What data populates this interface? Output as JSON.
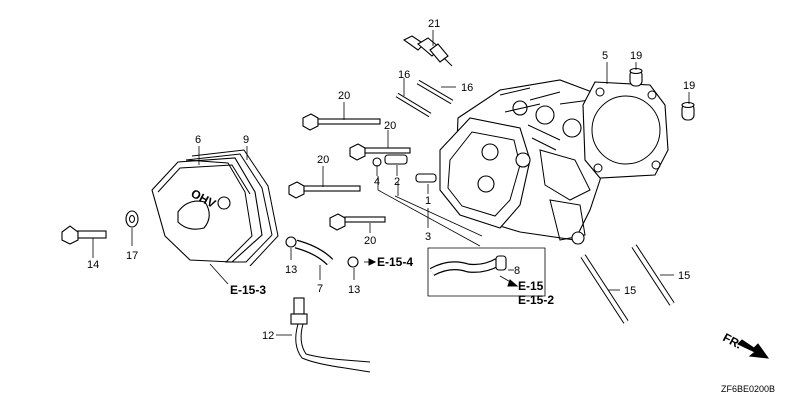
{
  "callouts": {
    "p1": "1",
    "p2": "2",
    "p3": "3",
    "p4": "4",
    "p5": "5",
    "p6": "6",
    "p7": "7",
    "p8": "8",
    "p9": "9",
    "p12": "12",
    "p13a": "13",
    "p13b": "13",
    "p14": "14",
    "p15a": "15",
    "p15b": "15",
    "p16a": "16",
    "p16b": "16",
    "p17": "17",
    "p19a": "19",
    "p19b": "19",
    "p20a": "20",
    "p20b": "20",
    "p20c": "20",
    "p20d": "20",
    "p21": "21"
  },
  "references": {
    "e15_3": "E-15-3",
    "e15_4": "E-15-4",
    "e15": "E-15",
    "e15_2": "E-15-2"
  },
  "head_cover_mark": "OHV",
  "direction_label": "FR.",
  "diagram_code": "ZF6BE0200B"
}
